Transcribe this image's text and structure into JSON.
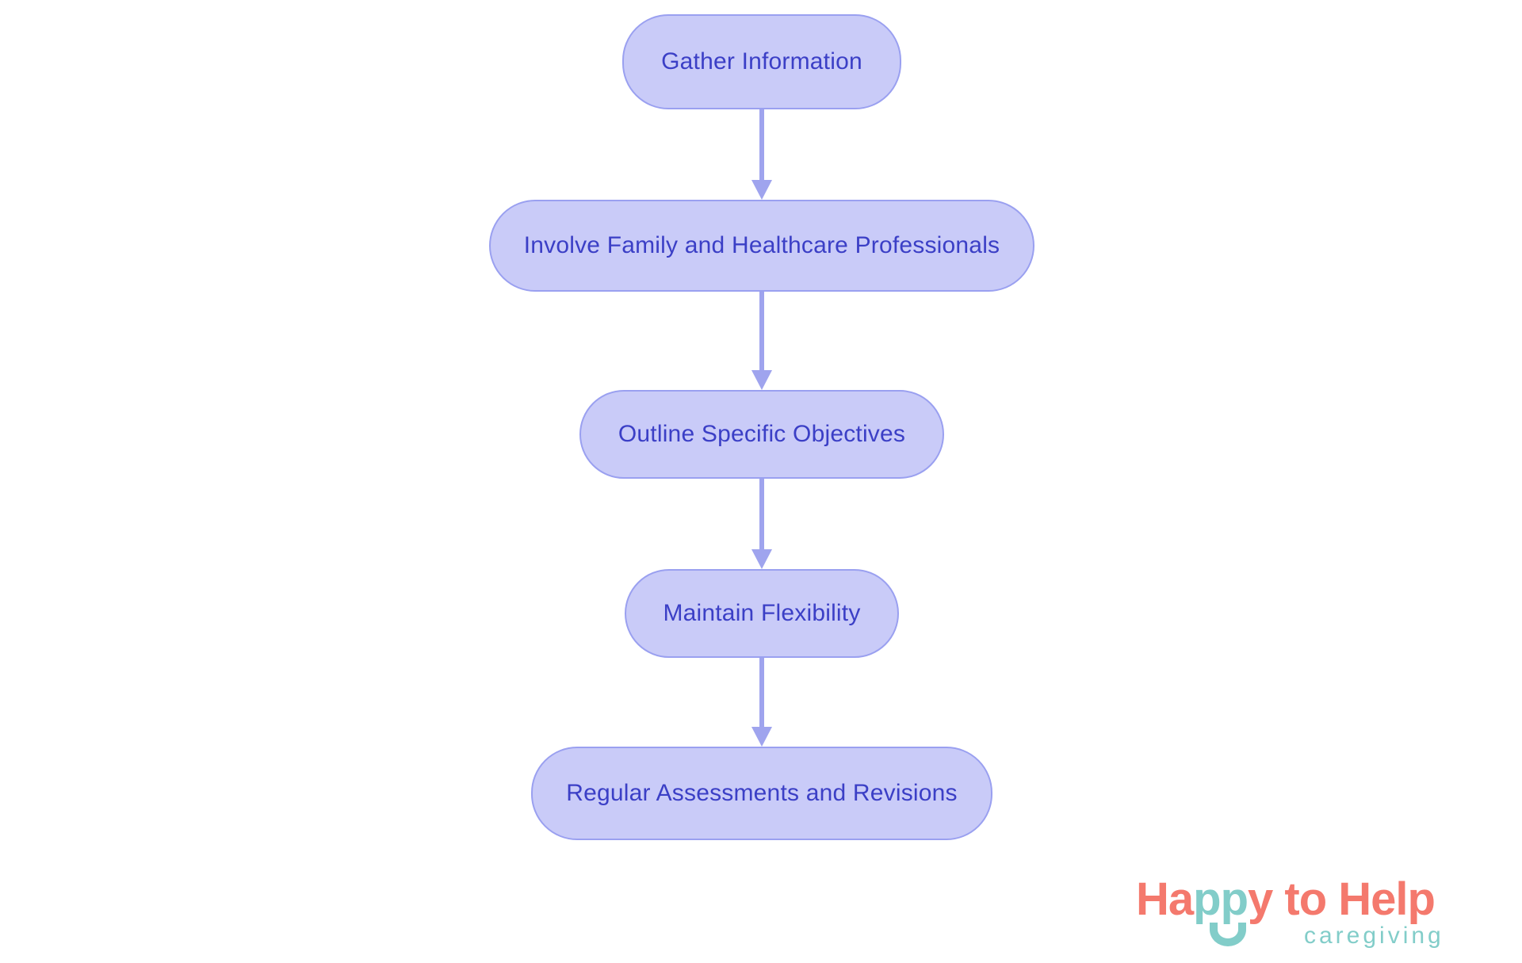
{
  "flowchart": {
    "nodes": [
      {
        "label": "Gather Information"
      },
      {
        "label": "Involve Family and Healthcare Professionals"
      },
      {
        "label": "Outline Specific Objectives"
      },
      {
        "label": "Maintain Flexibility"
      },
      {
        "label": "Regular Assessments and Revisions"
      }
    ],
    "connections": [
      {
        "from": "Gather Information",
        "to": "Involve Family and Healthcare Professionals"
      },
      {
        "from": "Involve Family and Healthcare Professionals",
        "to": "Outline Specific Objectives"
      },
      {
        "from": "Outline Specific Objectives",
        "to": "Maintain Flexibility"
      },
      {
        "from": "Maintain Flexibility",
        "to": "Regular Assessments and Revisions"
      }
    ]
  },
  "logo": {
    "part_ha": "Ha",
    "part_pp": "pp",
    "part_y": "y",
    "part_rest": " to Help",
    "tagline": "caregiving"
  },
  "colors": {
    "node_fill": "#c9cbf8",
    "node_border": "#9aa0f0",
    "node_text": "#3b3fc6",
    "arrow": "#9fa4ee",
    "logo_coral": "#f4796d",
    "logo_teal": "#82cdc9",
    "background": "#ffffff"
  }
}
